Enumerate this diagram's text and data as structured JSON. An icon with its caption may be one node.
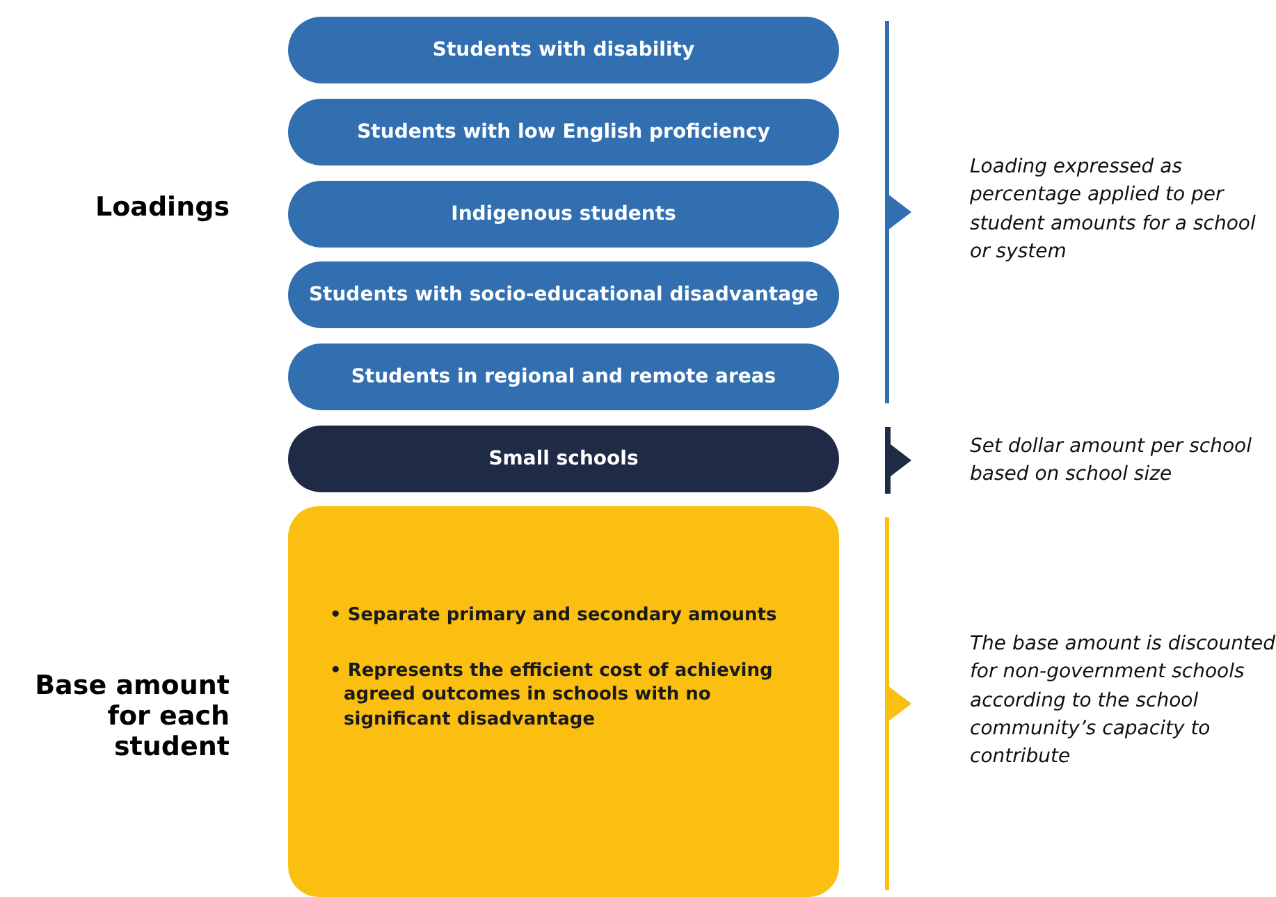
{
  "diagram": {
    "nodes": [
      {
        "text": [
          "Students with disability"
        ]
      },
      {
        "text": [
          "Students with low English proficiency"
        ]
      },
      {
        "text": [
          "Indigenous students"
        ]
      },
      {
        "text": [
          "Students with socio-educational disadvantage"
        ]
      },
      {
        "text": [
          "Students in regional and remote areas"
        ]
      },
      {
        "text": [
          "Small schools"
        ]
      },
      {
        "text": [
          "• Separate primary and secondary amounts",
          "• Represents the efficient cost of achieving agreed outcomes in schools with no significant disadvantage"
        ]
      }
    ],
    "labels": [
      "Loadings",
      "Loading expressed as percentage applied to per student amounts for a school or system",
      "Set dollar amount per school based on school size",
      "Base amount for each student",
      "The base amount is discounted for non-government schools according to the school community’s capacity to contribute"
    ]
  }
}
